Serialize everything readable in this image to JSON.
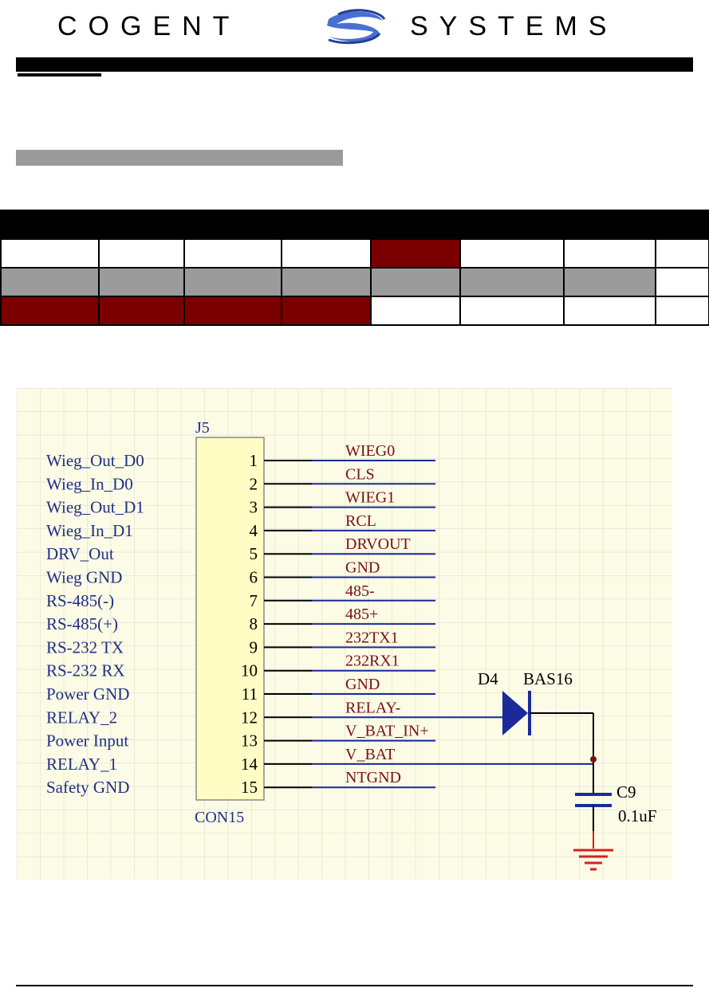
{
  "header": {
    "logo_left": "COGENT",
    "logo_right": "SYSTEMS"
  },
  "colors": {
    "dark_red": "#7a0000",
    "gray": "#9b9b9b",
    "schematic_bg": "#fcfbe6",
    "grid": "#d9d9cf",
    "label_blue": "#1f2f86",
    "net_red": "#7a1010",
    "wire_blue": "#1a2a9a",
    "component_fill": "#fffcc4"
  },
  "table": {
    "rows": [
      [
        "dark",
        "dark",
        "dark",
        "dark",
        "dark",
        "dark",
        "dark",
        "dark"
      ],
      [
        "white",
        "white",
        "white",
        "white",
        "red",
        "white",
        "white",
        "white"
      ],
      [
        "gray",
        "gray",
        "gray",
        "gray",
        "gray",
        "gray",
        "gray",
        "white"
      ],
      [
        "red",
        "red",
        "red",
        "red",
        "white",
        "white",
        "white",
        "white"
      ]
    ]
  },
  "schematic": {
    "designator": "J5",
    "part_name": "CON15",
    "pins": [
      {
        "num": "1",
        "label": "Wieg_Out_D0",
        "net": "WIEG0"
      },
      {
        "num": "2",
        "label": "Wieg_In_D0",
        "net": "CLS"
      },
      {
        "num": "3",
        "label": "Wieg_Out_D1",
        "net": "WIEG1"
      },
      {
        "num": "4",
        "label": "Wieg_In_D1",
        "net": "RCL"
      },
      {
        "num": "5",
        "label": "DRV_Out",
        "net": "DRVOUT"
      },
      {
        "num": "6",
        "label": "Wieg GND",
        "net": "GND"
      },
      {
        "num": "7",
        "label": "RS-485(-)",
        "net": "485-"
      },
      {
        "num": "8",
        "label": "RS-485(+)",
        "net": "485+"
      },
      {
        "num": "9",
        "label": "RS-232 TX",
        "net": "232TX1"
      },
      {
        "num": "10",
        "label": "RS-232 RX",
        "net": "232RX1"
      },
      {
        "num": "11",
        "label": "Power GND",
        "net": "GND"
      },
      {
        "num": "12",
        "label": "RELAY_2",
        "net": "RELAY-"
      },
      {
        "num": "13",
        "label": "Power Input",
        "net": "V_BAT_IN+"
      },
      {
        "num": "14",
        "label": "RELAY_1",
        "net": "V_BAT"
      },
      {
        "num": "15",
        "label": "Safety GND",
        "net": "NTGND"
      }
    ],
    "diode": {
      "designator": "D4",
      "part": "BAS16"
    },
    "capacitor": {
      "designator": "C9",
      "value": "0.1uF"
    }
  }
}
